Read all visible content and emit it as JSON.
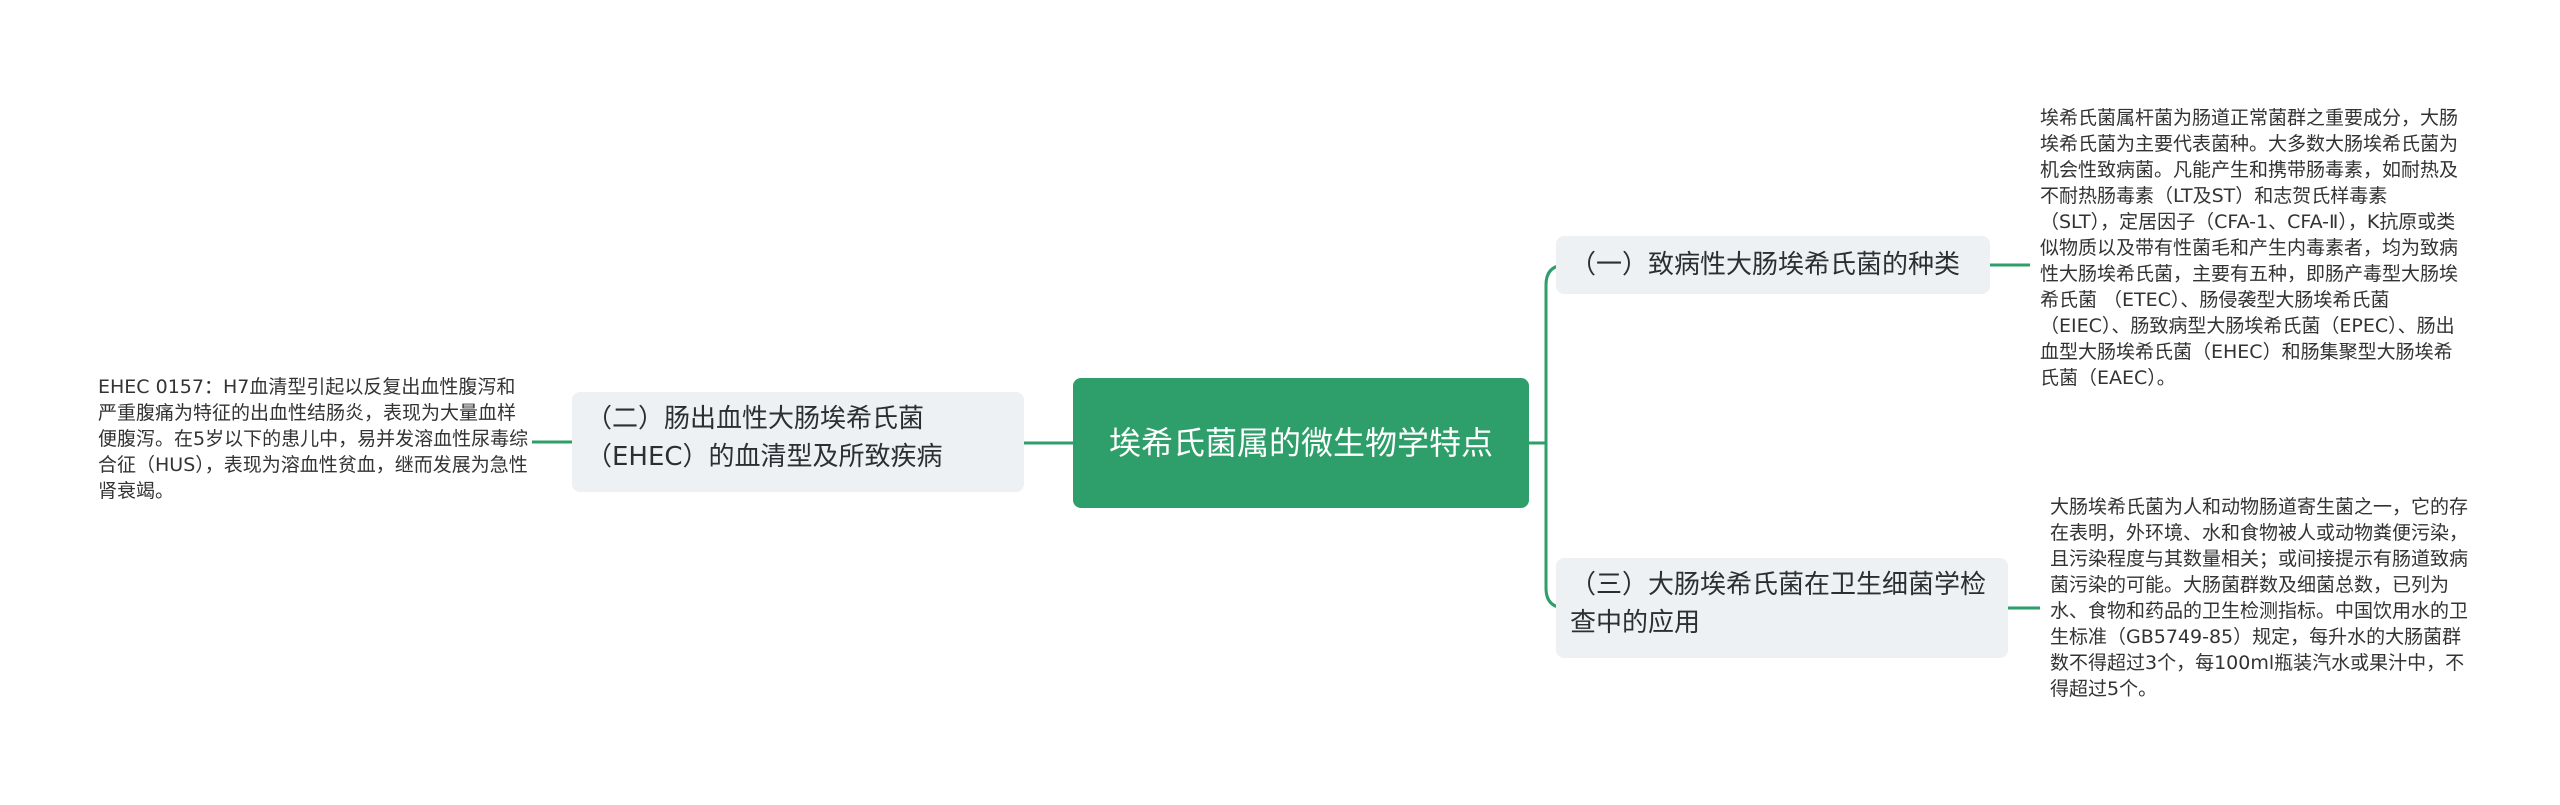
{
  "root": {
    "label": "埃希氏菌属的微生物学特点"
  },
  "branches": [
    {
      "label": "（一）致病性大肠埃希氏菌的种类",
      "detail": "埃希氏菌属杆菌为肠道正常菌群之重要成分，大肠埃希氏菌为主要代表菌种。大多数大肠埃希氏菌为机会性致病菌。凡能产生和携带肠毒素，如耐热及不耐热肠毒素（LT及ST）和志贺氏样毒素（SLT），定居因子（CFA-1、CFA-Ⅱ），K抗原或类似物质以及带有性菌毛和产生内毒素者，均为致病性大肠埃希氏菌，主要有五种，即肠产毒型大肠埃希氏菌 （ETEC）、肠侵袭型大肠埃希氏菌（EIEC）、肠致病型大肠埃希氏菌（EPEC）、肠出血型大肠埃希氏菌（EHEC）和肠集聚型大肠埃希氏菌（EAEC）。"
    },
    {
      "label": "（二）肠出血性大肠埃希氏菌（EHEC）的血清型及所致疾病",
      "detail": "EHEC 0157：H7血清型引起以反复出血性腹泻和严重腹痛为特征的出血性结肠炎，表现为大量血样便腹泻。在5岁以下的患儿中，易并发溶血性尿毒综合征（HUS），表现为溶血性贫血，继而发展为急性肾衰竭。"
    },
    {
      "label": "（三）大肠埃希氏菌在卫生细菌学检查中的应用",
      "detail": "大肠埃希氏菌为人和动物肠道寄生菌之一，它的存在表明，外环境、水和食物被人或动物粪便污染，且污染程度与其数量相关；或间接提示有肠道致病菌污染的可能。大肠菌群数及细菌总数，已列为水、食物和药品的卫生检测指标。中国饮用水的卫生标准（GB5749-85）规定，每升水的大肠菌群数不得超过3个，每100ml瓶装汽水或果汁中，不得超过5个。"
    }
  ],
  "colors": {
    "accent": "#2e9e6a",
    "branch_bg": "#edf1f4",
    "line": "#2e9e6a"
  }
}
